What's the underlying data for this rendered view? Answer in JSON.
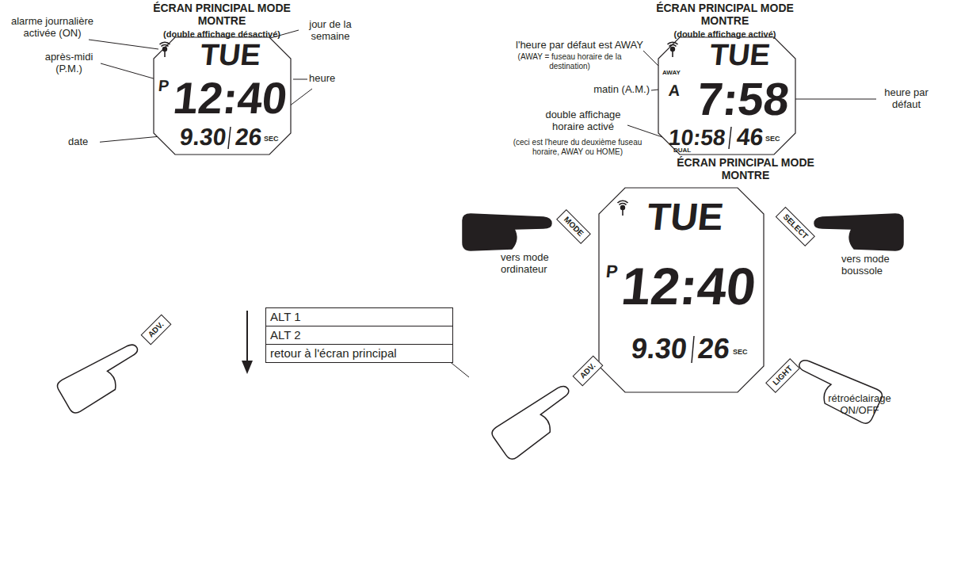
{
  "diagram": {
    "nodes": [
      {
        "text": [
          "TUE",
          "P",
          "12:40",
          "9.30",
          "26",
          "SEC"
        ]
      },
      {
        "text": [
          "TUE",
          "AWAY",
          "A",
          "7:58",
          "10:58",
          "DUAL",
          "46",
          "SEC"
        ]
      },
      {
        "text": [
          "TUE",
          "P",
          "12:40",
          "9.30",
          "26",
          "SEC"
        ]
      },
      {
        "text": [
          "MODE"
        ]
      },
      {
        "text": [
          "SELECT"
        ]
      },
      {
        "text": [
          "ADV."
        ]
      },
      {
        "text": [
          "ADV."
        ]
      },
      {
        "text": [
          "LIGHT"
        ]
      },
      {
        "text": [
          "ALT 1",
          "ALT 2",
          "retour à l'écran principal"
        ]
      }
    ],
    "labels": [
      "ÉCRAN PRINCIPAL MODE MONTRE",
      "(double affichage désactivé)",
      "ÉCRAN PRINCIPAL MODE MONTRE",
      "(double affichage activé)",
      "alarme journalière activée (ON)",
      "jour de la semaine",
      "après-midi (P.M.)",
      "heure",
      "date",
      "l'heure par défaut est AWAY",
      "(AWAY = fuseau horaire de la destination)",
      "matin (A.M.)",
      "heure par défaut",
      "double affichage horaire activé",
      "(ceci est l'heure du deuxième fuseau horaire, AWAY ou HOME)",
      "ÉCRAN PRINCIPAL MODE MONTRE",
      "vers mode ordinateur",
      "vers mode boussole",
      "rétroéclairage ON/OFF"
    ]
  }
}
